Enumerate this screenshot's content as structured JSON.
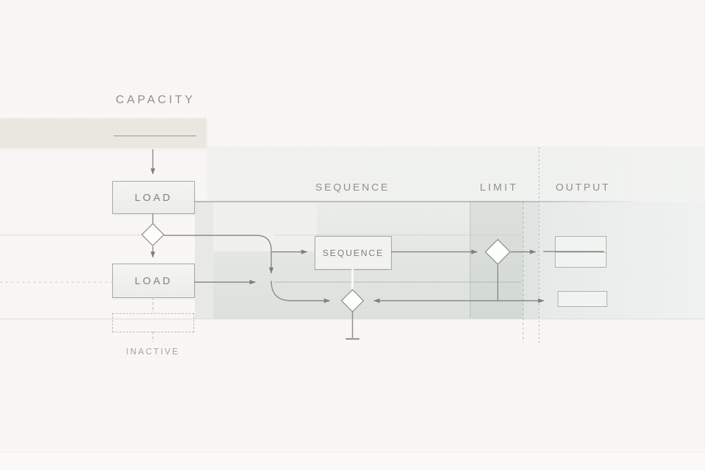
{
  "lanes": {
    "capacity": {
      "label": "CAPACITY"
    },
    "sequence": {
      "label": "SEQUENCE"
    },
    "limit": {
      "label": "LIMIT"
    },
    "output": {
      "label": "OUTPUT"
    }
  },
  "nodes": {
    "load_top": {
      "label": "LOAD"
    },
    "load_bottom": {
      "label": "LOAD"
    },
    "sequence_box": {
      "label": "SEQUENCE"
    }
  },
  "annotations": {
    "inactive": {
      "label": "INACTIVE"
    }
  },
  "colors": {
    "page_background": "#f8f7f5",
    "capacity_bar": "#eae7e1",
    "band_light": "#e8eae8",
    "band_dark": "#d5dbd7",
    "connector_line": "#868682",
    "box_border": "#a3a39e",
    "label_text": "#92908b",
    "dashed_line": "#b9b7b1"
  }
}
